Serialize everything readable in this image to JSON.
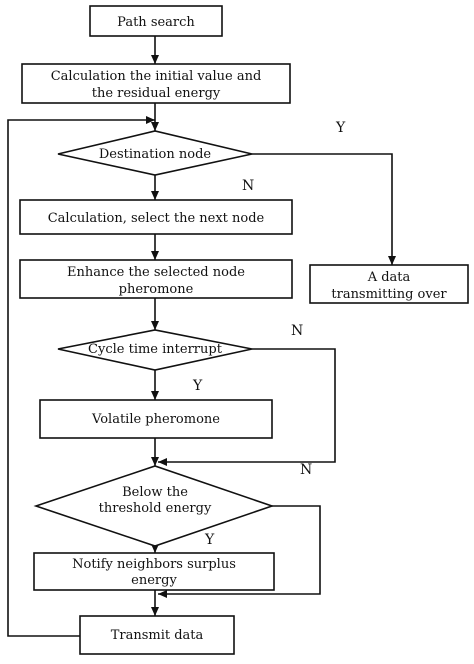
{
  "nodes": {
    "path_search": "Path search",
    "init_calc_line1": "Calculation the initial value and",
    "init_calc_line2": "the residual energy",
    "destination": "Destination node",
    "select_next": "Calculation, select the next node",
    "enhance_line1": "Enhance the selected node",
    "enhance_line2": "pheromone",
    "transmitting_over_line1": "A data",
    "transmitting_over_line2": "transmitting over",
    "cycle_interrupt": "Cycle time interrupt",
    "volatile": "Volatile pheromone",
    "threshold_line1": "Below the",
    "threshold_line2": "threshold energy",
    "notify_line1": "Notify neighbors surplus",
    "notify_line2": "energy",
    "transmit": "Transmit data"
  },
  "branches": {
    "destination_yes": "Y",
    "destination_no": "N",
    "cycle_no": "N",
    "cycle_yes": "Y",
    "threshold_no": "N",
    "threshold_yes": "Y"
  }
}
